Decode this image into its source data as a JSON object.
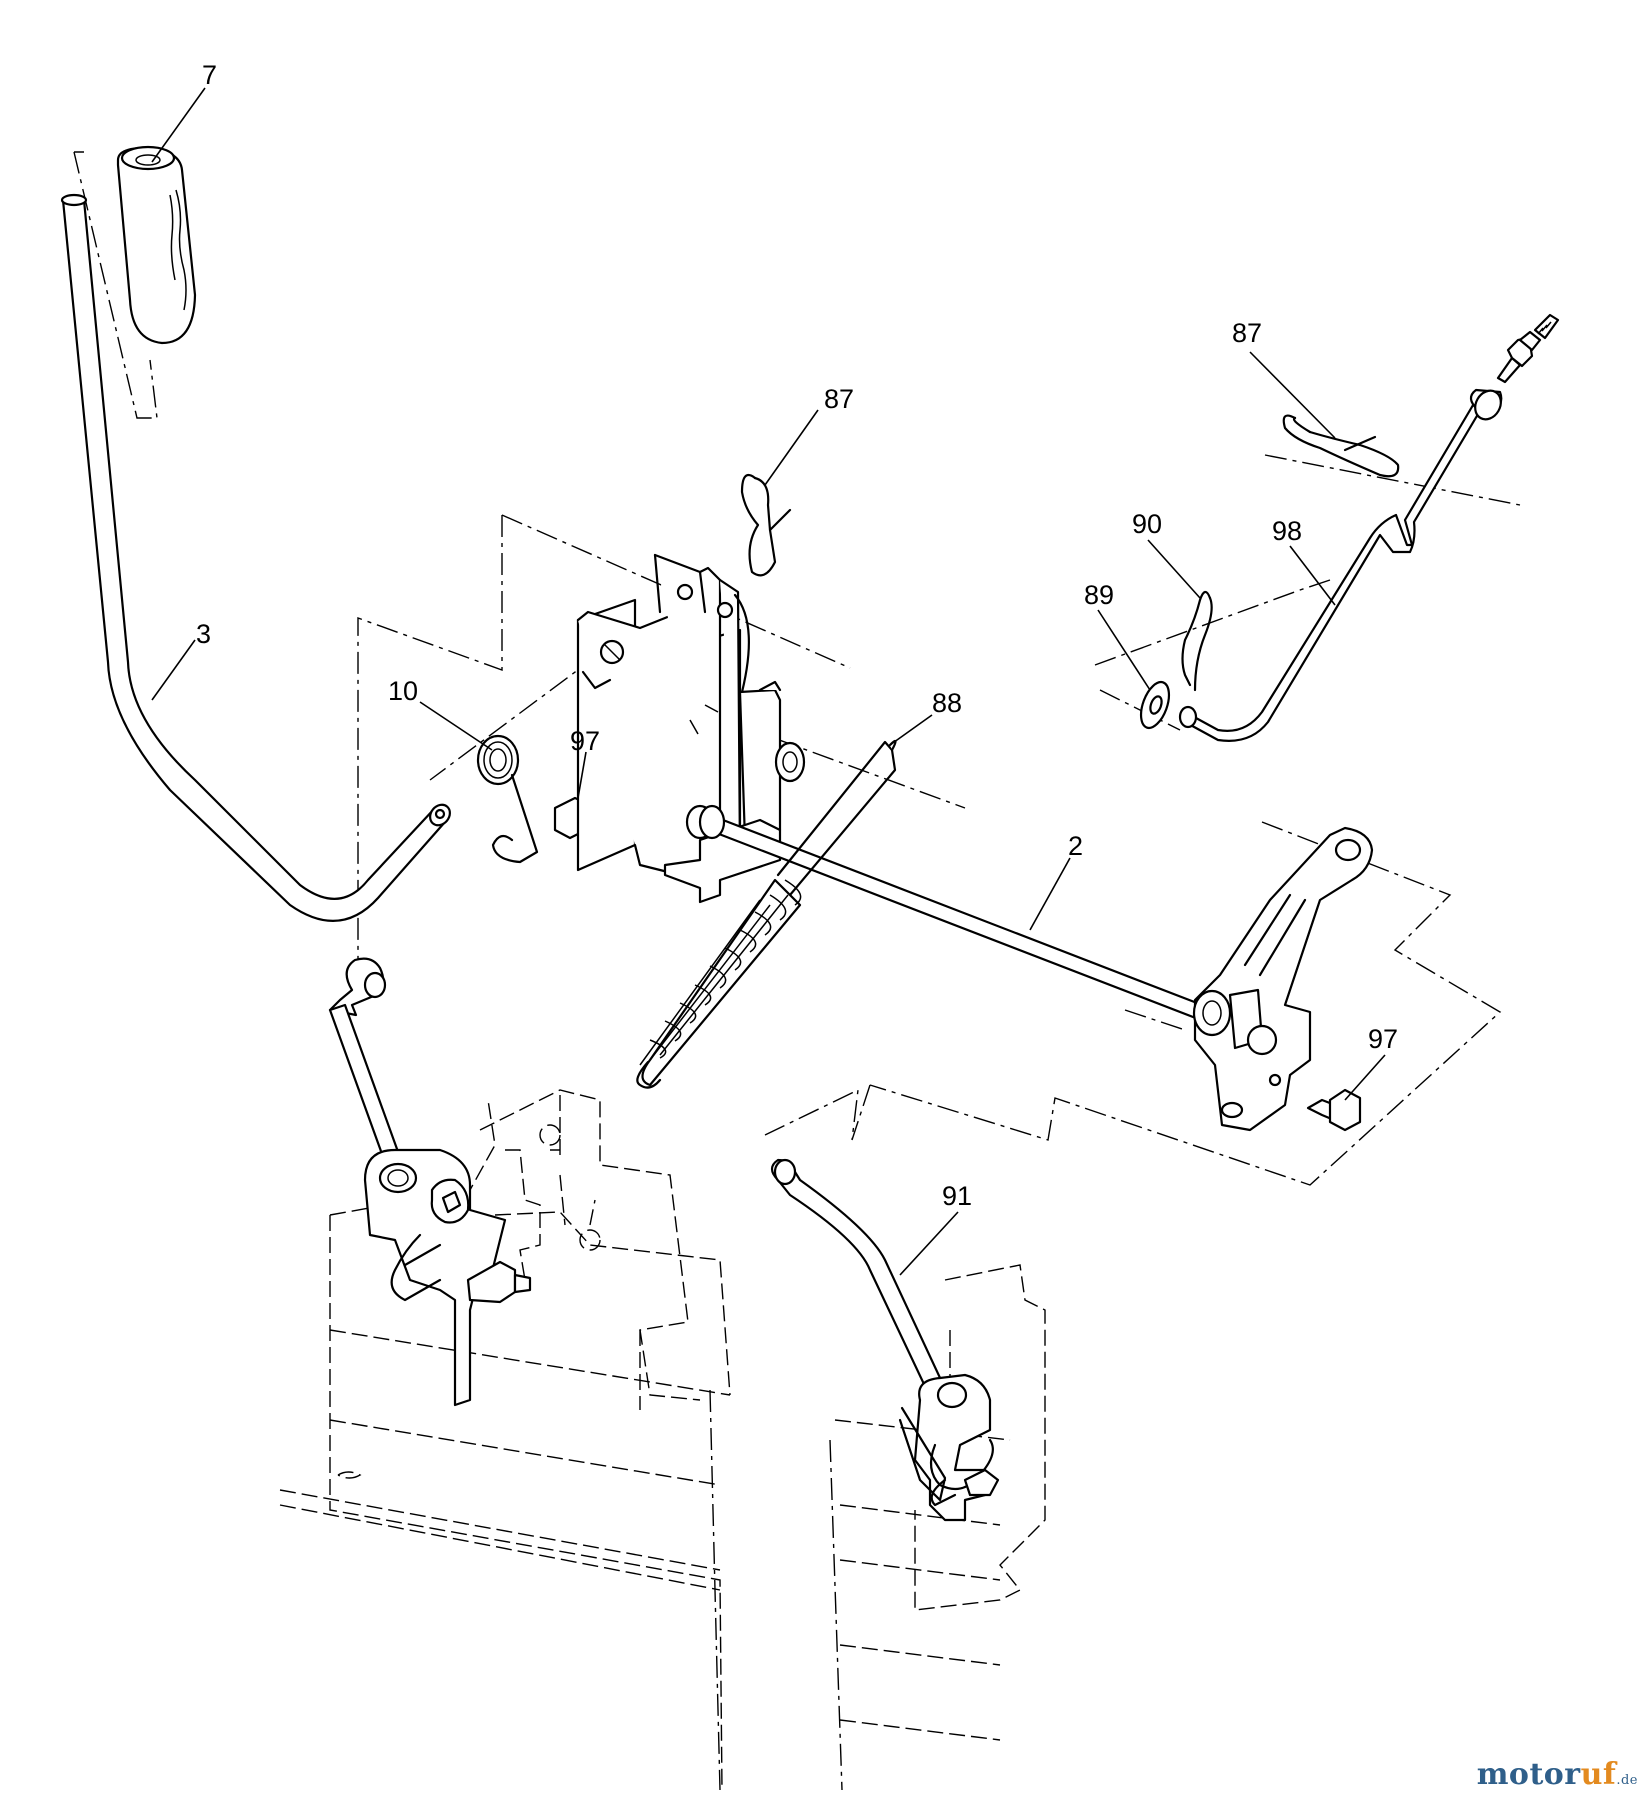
{
  "callouts": {
    "c7": "7",
    "c3": "3",
    "c10": "10",
    "c97a": "97",
    "c87a": "87",
    "c88": "88",
    "c2": "2",
    "c87b": "87",
    "c90": "90",
    "c89": "89",
    "c98": "98",
    "c97b": "97",
    "c91": "91"
  },
  "watermark": {
    "main": "motor",
    "accent": "uf",
    "suffix": ".de"
  },
  "colors": {
    "watermark_main": "#2f5f8a",
    "watermark_accent": "#e38a1f"
  }
}
